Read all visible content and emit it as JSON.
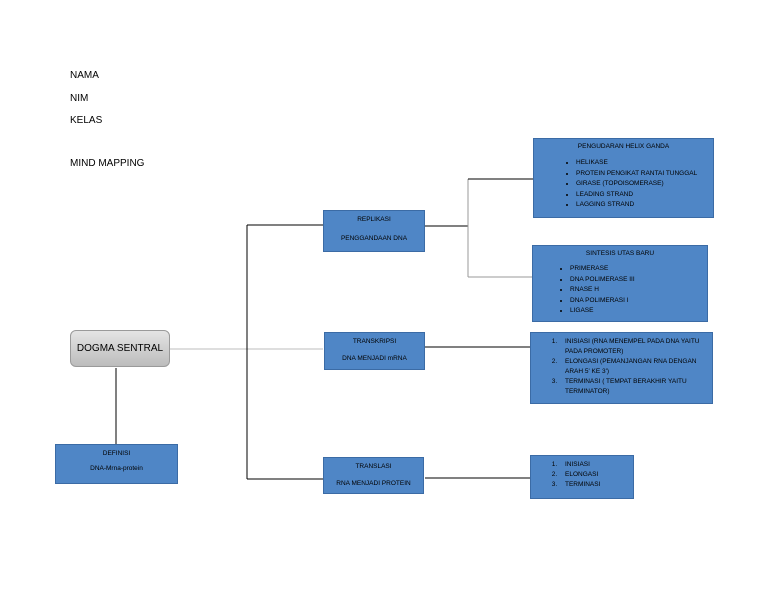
{
  "header": {
    "nama": "NAMA",
    "nim": "NIM",
    "kelas": "KELAS",
    "mind_mapping": "MIND MAPPING"
  },
  "central": {
    "label": "DOGMA SENTRAL"
  },
  "definisi": {
    "title": "DEFINISI",
    "text": "DNA-Mrna-protein"
  },
  "replikasi": {
    "title": "REPLIKASI",
    "text": "PENGGANDAAN DNA"
  },
  "transkripsi": {
    "title": "TRANSKRIPSI",
    "text": "DNA MENJADI mRNA"
  },
  "translasi": {
    "title": "TRANSLASI",
    "text": "RNA MENJADI PROTEIN"
  },
  "pengudaran": {
    "title": "PENGUDARAN HELIX GANDA",
    "items": [
      "HELIKASE",
      "PROTEIN PENGIKAT RANTAI TUNGGAL",
      "GIRASE (TOPOISOMERASE)",
      "LEADING STRAND",
      "LAGGING STRAND"
    ]
  },
  "sintesis": {
    "title": "SINTESIS UTAS BARU",
    "items": [
      "PRIMERASE",
      "DNA POLIMERASE III",
      "RNASE H",
      "DNA POLIMERASI I",
      "LIGASE"
    ]
  },
  "transkripsi_steps": {
    "items": [
      "INISIASI (RNA MENEMPEL PADA DNA YAITU PADA PROMOTER)",
      "ELONGASI (PEMANJANGAN RNA DENGAN ARAH 5' KE 3')",
      "TERMINASI ( TEMPAT BERAKHIR YAITU TERMINATOR)"
    ]
  },
  "translasi_steps": {
    "items": [
      "INISIASI",
      "ELONGASI",
      "TERMINASI"
    ]
  },
  "colors": {
    "box_fill": "#4f86c6",
    "box_border": "#3b6ba5",
    "central_fill": "#d0d0d0"
  }
}
